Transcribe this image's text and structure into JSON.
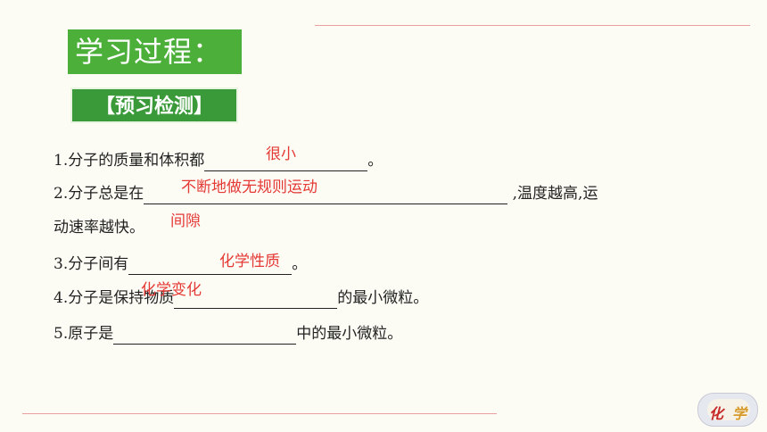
{
  "title": "学习过程：",
  "section": "【预习检测】",
  "questions": [
    {
      "before": "1.分子的质量和体积都",
      "after": "。",
      "answer": "很小"
    },
    {
      "before": "2.分子总是在",
      "after": " ,温度越高,运",
      "answer": "不断地做无规则运动"
    },
    {
      "continuation": "动速率越快。",
      "answer": "间隙"
    },
    {
      "before": "3.分子间有",
      "after": "。",
      "answer": "化学性质"
    },
    {
      "before": "4.分子是保持物质",
      "after": "的最小微粒。",
      "answer": "化学变化"
    },
    {
      "before": "5.原子是",
      "after": "中的最小微粒。"
    }
  ],
  "logo": {
    "glyph1": "化",
    "glyph2": "学",
    "icon": "chemistry-logo-icon"
  },
  "colors": {
    "title_bg": "#4caf3a",
    "section_bg": "#3a9a3a",
    "answer": "#e53935",
    "rule": "#e8a0a0"
  }
}
